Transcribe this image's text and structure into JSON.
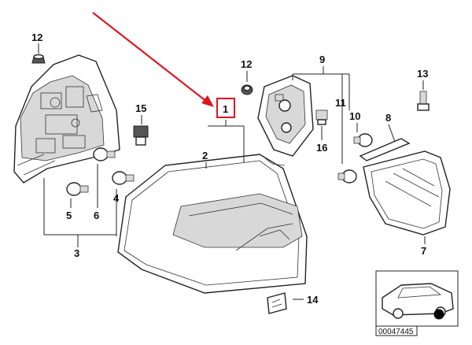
{
  "diagram": {
    "callouts": {
      "c1": "1",
      "c2": "2",
      "c3": "3",
      "c4": "4",
      "c5": "5",
      "c6": "6",
      "c7": "7",
      "c8": "8",
      "c9": "9",
      "c10": "10",
      "c11": "11",
      "c12a": "12",
      "c12b": "12",
      "c13": "13",
      "c14": "14",
      "c15": "15",
      "c16": "16"
    },
    "reference_number": "00047445",
    "colors": {
      "highlight": "#e0141e",
      "ink": "#222222"
    }
  }
}
